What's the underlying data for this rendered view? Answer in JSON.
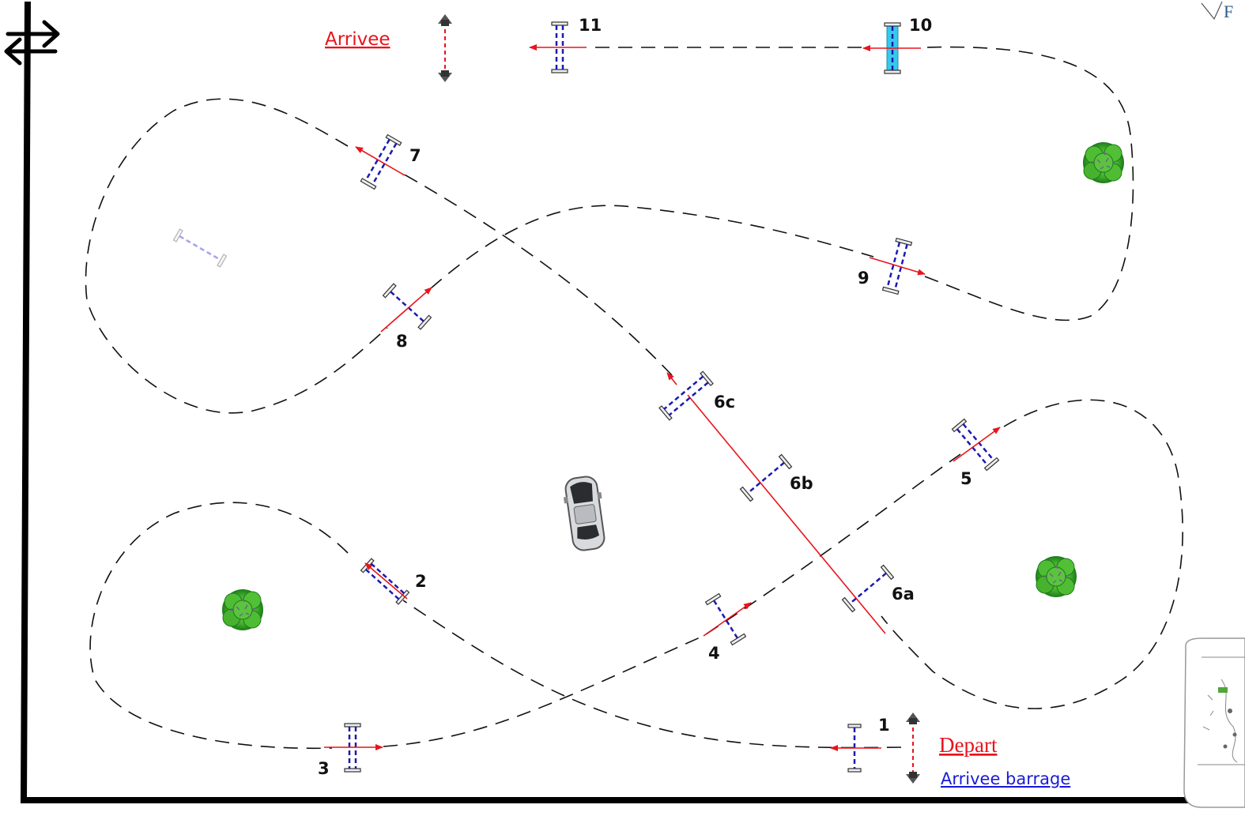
{
  "labels": {
    "arrivee": "Arrivee",
    "depart": "Depart",
    "arrivee_barrage": "Arrivee barrage",
    "corner_text": "F"
  },
  "obstacles": [
    {
      "id": "1",
      "label": "1"
    },
    {
      "id": "2",
      "label": "2"
    },
    {
      "id": "3",
      "label": "3"
    },
    {
      "id": "4",
      "label": "4"
    },
    {
      "id": "5",
      "label": "5"
    },
    {
      "id": "6a",
      "label": "6a"
    },
    {
      "id": "6b",
      "label": "6b"
    },
    {
      "id": "6c",
      "label": "6c"
    },
    {
      "id": "7",
      "label": "7"
    },
    {
      "id": "8",
      "label": "8"
    },
    {
      "id": "9",
      "label": "9"
    },
    {
      "id": "10",
      "label": "10"
    },
    {
      "id": "11",
      "label": "11"
    }
  ],
  "icons": [
    "double-arrow-icon",
    "car-icon",
    "tree-icon",
    "thumbnail-preview"
  ],
  "colors": {
    "path": "#111111",
    "direction": "#e8141c",
    "pole_stripe": "#1a1ab0",
    "water": "#35c9ea",
    "label_red": "#e8141c",
    "label_blue": "#1a1ad8",
    "tree": "#3fae2a"
  }
}
